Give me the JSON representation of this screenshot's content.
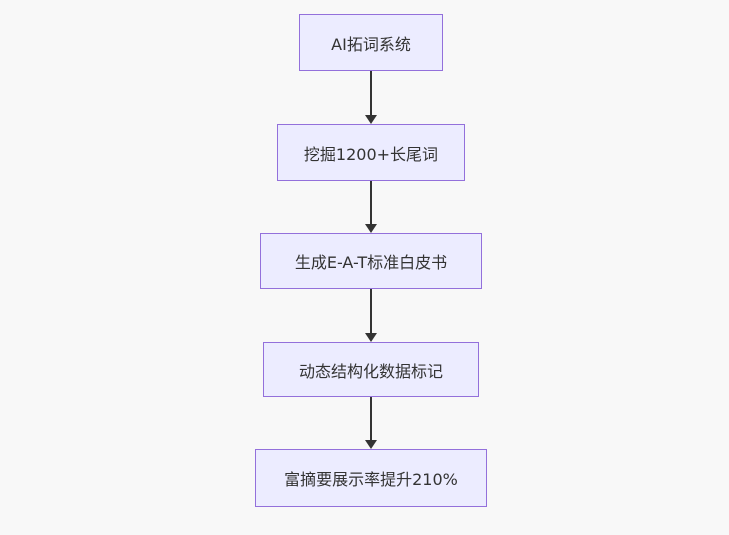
{
  "diagram": {
    "type": "flowchart",
    "direction": "top-down",
    "nodes": [
      {
        "id": "n1",
        "label": "AI拓词系统"
      },
      {
        "id": "n2",
        "label": "挖掘1200+长尾词"
      },
      {
        "id": "n3",
        "label": "生成E-A-T标准白皮书"
      },
      {
        "id": "n4",
        "label": "动态结构化数据标记"
      },
      {
        "id": "n5",
        "label": "富摘要展示率提升210%"
      }
    ],
    "edges": [
      {
        "from": "n1",
        "to": "n2"
      },
      {
        "from": "n2",
        "to": "n3"
      },
      {
        "from": "n3",
        "to": "n4"
      },
      {
        "from": "n4",
        "to": "n5"
      }
    ],
    "colors": {
      "background": "#f8f8f8",
      "node_fill": "#ECECFF",
      "node_border": "#9370DB",
      "arrow": "#333333",
      "text": "#333333"
    }
  }
}
